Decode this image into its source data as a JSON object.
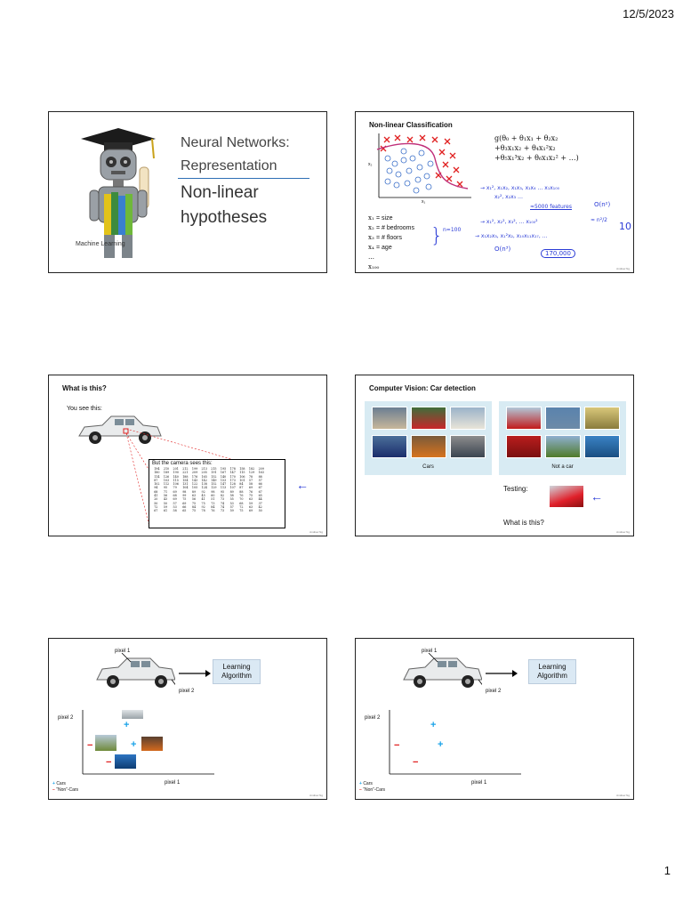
{
  "header": {
    "date": "12/5/2023"
  },
  "footer": {
    "page_number": "1"
  },
  "slide1": {
    "title_line1": "Neural Networks:",
    "title_line2": "Representation",
    "subtitle_line1": "Non-linear",
    "subtitle_line2": "hypotheses",
    "course": "Machine Learning"
  },
  "slide2": {
    "title": "Non-linear Classification",
    "x1_label": "x₁",
    "x2_label": "x₂",
    "hypothesis_line1": "g(θ₀ + θ₁x₁ + θ₂x₂",
    "hypothesis_line2": "+θ₃x₁x₂ + θ₄x₁²x₂",
    "hypothesis_line3": "+θ₅x₁³x₂ + θ₆x₁x₂² + …)",
    "features": [
      {
        "var": "x₁",
        "label": "= size"
      },
      {
        "var": "x₂",
        "label": "= # bedrooms"
      },
      {
        "var": "x₃",
        "label": "= # floors"
      },
      {
        "var": "x₄",
        "label": "= age"
      },
      {
        "var": "…",
        "label": ""
      },
      {
        "var": "x₁₀₀",
        "label": ""
      }
    ],
    "notes": {
      "quad_terms": "→ x₁², x₁x₂, x₁x₃, x₁x₄ … x₁x₁₀₀",
      "quad_terms2": "x₂², x₂x₃ …",
      "feature_count": "≈5000 features",
      "order_n2": "O(n²)",
      "n_equals": "n=100",
      "squares": "→ x₁², x₂², x₃², … x₁₀₀²",
      "n2_over_2": "≈ n²/2",
      "ten": "10",
      "cubic": "→ x₁x₂x₃, x₁²x₂, x₁₀x₁₁x₁₇, …",
      "order_n3": "O(n³)",
      "count": "170,000"
    },
    "credit": "Andrew Ng"
  },
  "slide3": {
    "title": "What is this?",
    "you_see": "You see this:",
    "camera_sees": "But the camera sees this:",
    "pixel_rows": [
      [
        "194",
        "210",
        "201",
        "212",
        "199",
        "213",
        "215",
        "195",
        "178",
        "158",
        "182",
        "209"
      ],
      [
        "180",
        "189",
        "190",
        "221",
        "209",
        "205",
        "191",
        "167",
        "147",
        "115",
        "129",
        "163"
      ],
      [
        "114",
        "126",
        "140",
        "188",
        "176",
        "165",
        "152",
        "140",
        "170",
        "106",
        "78",
        "88"
      ],
      [
        "87",
        "103",
        "115",
        "154",
        "143",
        "142",
        "149",
        "153",
        "173",
        "101",
        "57",
        "57"
      ],
      [
        "102",
        "112",
        "106",
        "131",
        "122",
        "138",
        "152",
        "147",
        "128",
        "84",
        "58",
        "66"
      ],
      [
        "94",
        "95",
        "79",
        "104",
        "105",
        "124",
        "129",
        "113",
        "107",
        "87",
        "69",
        "67"
      ],
      [
        "68",
        "71",
        "69",
        "98",
        "89",
        "92",
        "98",
        "95",
        "89",
        "88",
        "76",
        "67"
      ],
      [
        "41",
        "56",
        "68",
        "99",
        "63",
        "45",
        "60",
        "82",
        "58",
        "76",
        "75",
        "65"
      ],
      [
        "20",
        "43",
        "69",
        "75",
        "56",
        "41",
        "51",
        "73",
        "55",
        "70",
        "63",
        "44"
      ],
      [
        "50",
        "50",
        "57",
        "69",
        "75",
        "75",
        "73",
        "74",
        "53",
        "68",
        "59",
        "37"
      ],
      [
        "72",
        "59",
        "53",
        "66",
        "84",
        "92",
        "84",
        "74",
        "57",
        "72",
        "63",
        "42"
      ],
      [
        "67",
        "61",
        "58",
        "65",
        "75",
        "78",
        "76",
        "73",
        "59",
        "75",
        "69",
        "50"
      ]
    ],
    "credit": "Andrew Ng"
  },
  "slide4": {
    "title": "Computer Vision: Car detection",
    "cars_label": "Cars",
    "notcar_label": "Not a car",
    "testing_label": "Testing:",
    "question": "What is this?",
    "credit": "Andrew Ng"
  },
  "slide5": {
    "pixel1": "pixel 1",
    "pixel2": "pixel 2",
    "la_line1": "Learning",
    "la_line2": "Algorithm",
    "axis_y": "pixel 2",
    "axis_x": "pixel 1",
    "legend_cars": "Cars",
    "legend_noncars": "“Non”-Cars",
    "credit": "Andrew Ng"
  },
  "slide6": {
    "pixel1": "pixel 1",
    "pixel2": "pixel 2",
    "la_line1": "Learning",
    "la_line2": "Algorithm",
    "axis_y": "pixel 2",
    "axis_x": "pixel 1",
    "legend_cars": "Cars",
    "legend_noncars": "“Non”-Cars",
    "credit": "Andrew Ng"
  }
}
